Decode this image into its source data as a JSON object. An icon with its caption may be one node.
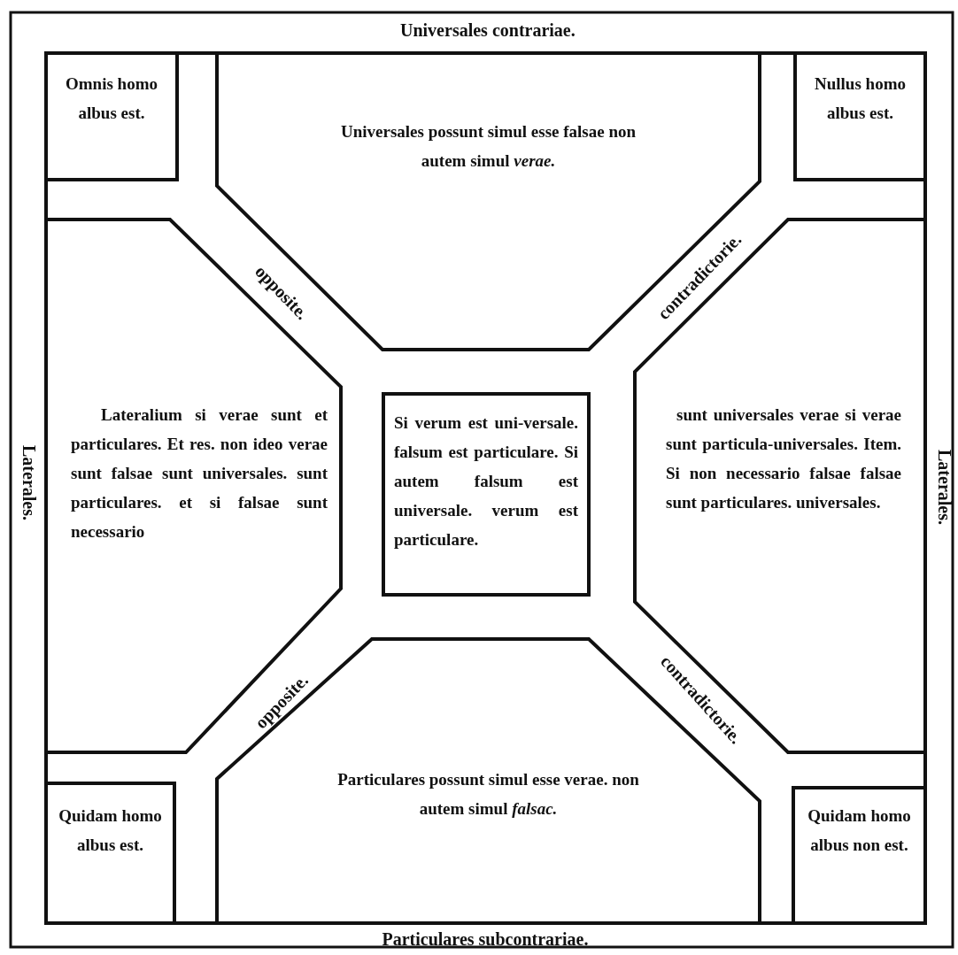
{
  "diagram": {
    "nodes": [
      {
        "text": [
          "Omnis homo albus est."
        ]
      },
      {
        "text": [
          "Universales possunt simul esse falsae non autem simul *verae.*"
        ]
      },
      {
        "text": [
          "Nullus homo albus est."
        ]
      },
      {
        "text": [
          "Lateralium si verae sunt et particulares. Et res. non ideo verae sunt falsae sunt universales. sunt particulares. et si falsae sunt necessario"
        ]
      },
      {
        "text": [
          "Si verum est uni-versale. falsum est particulare. Si autem falsum est universale. verum est particulare."
        ]
      },
      {
        "text": [
          "sunt universales verae si verae sunt particula-universales. Item. Si non necessario falsae falsae sunt particulares. universales."
        ]
      },
      {
        "text": [
          "Quidam homo albus est."
        ]
      },
      {
        "text": [
          "Particulares possunt simul esse verae. non autem simul *falsac.*"
        ]
      },
      {
        "text": [
          "Quidam homo albus non est."
        ]
      }
    ],
    "labels": [
      "Universales contrariae.",
      "Laterales.",
      "opposite.",
      "contradictorie.",
      "Laterales.",
      "opposite.",
      "contradictorie.",
      "Particulares subcontrariae."
    ]
  }
}
